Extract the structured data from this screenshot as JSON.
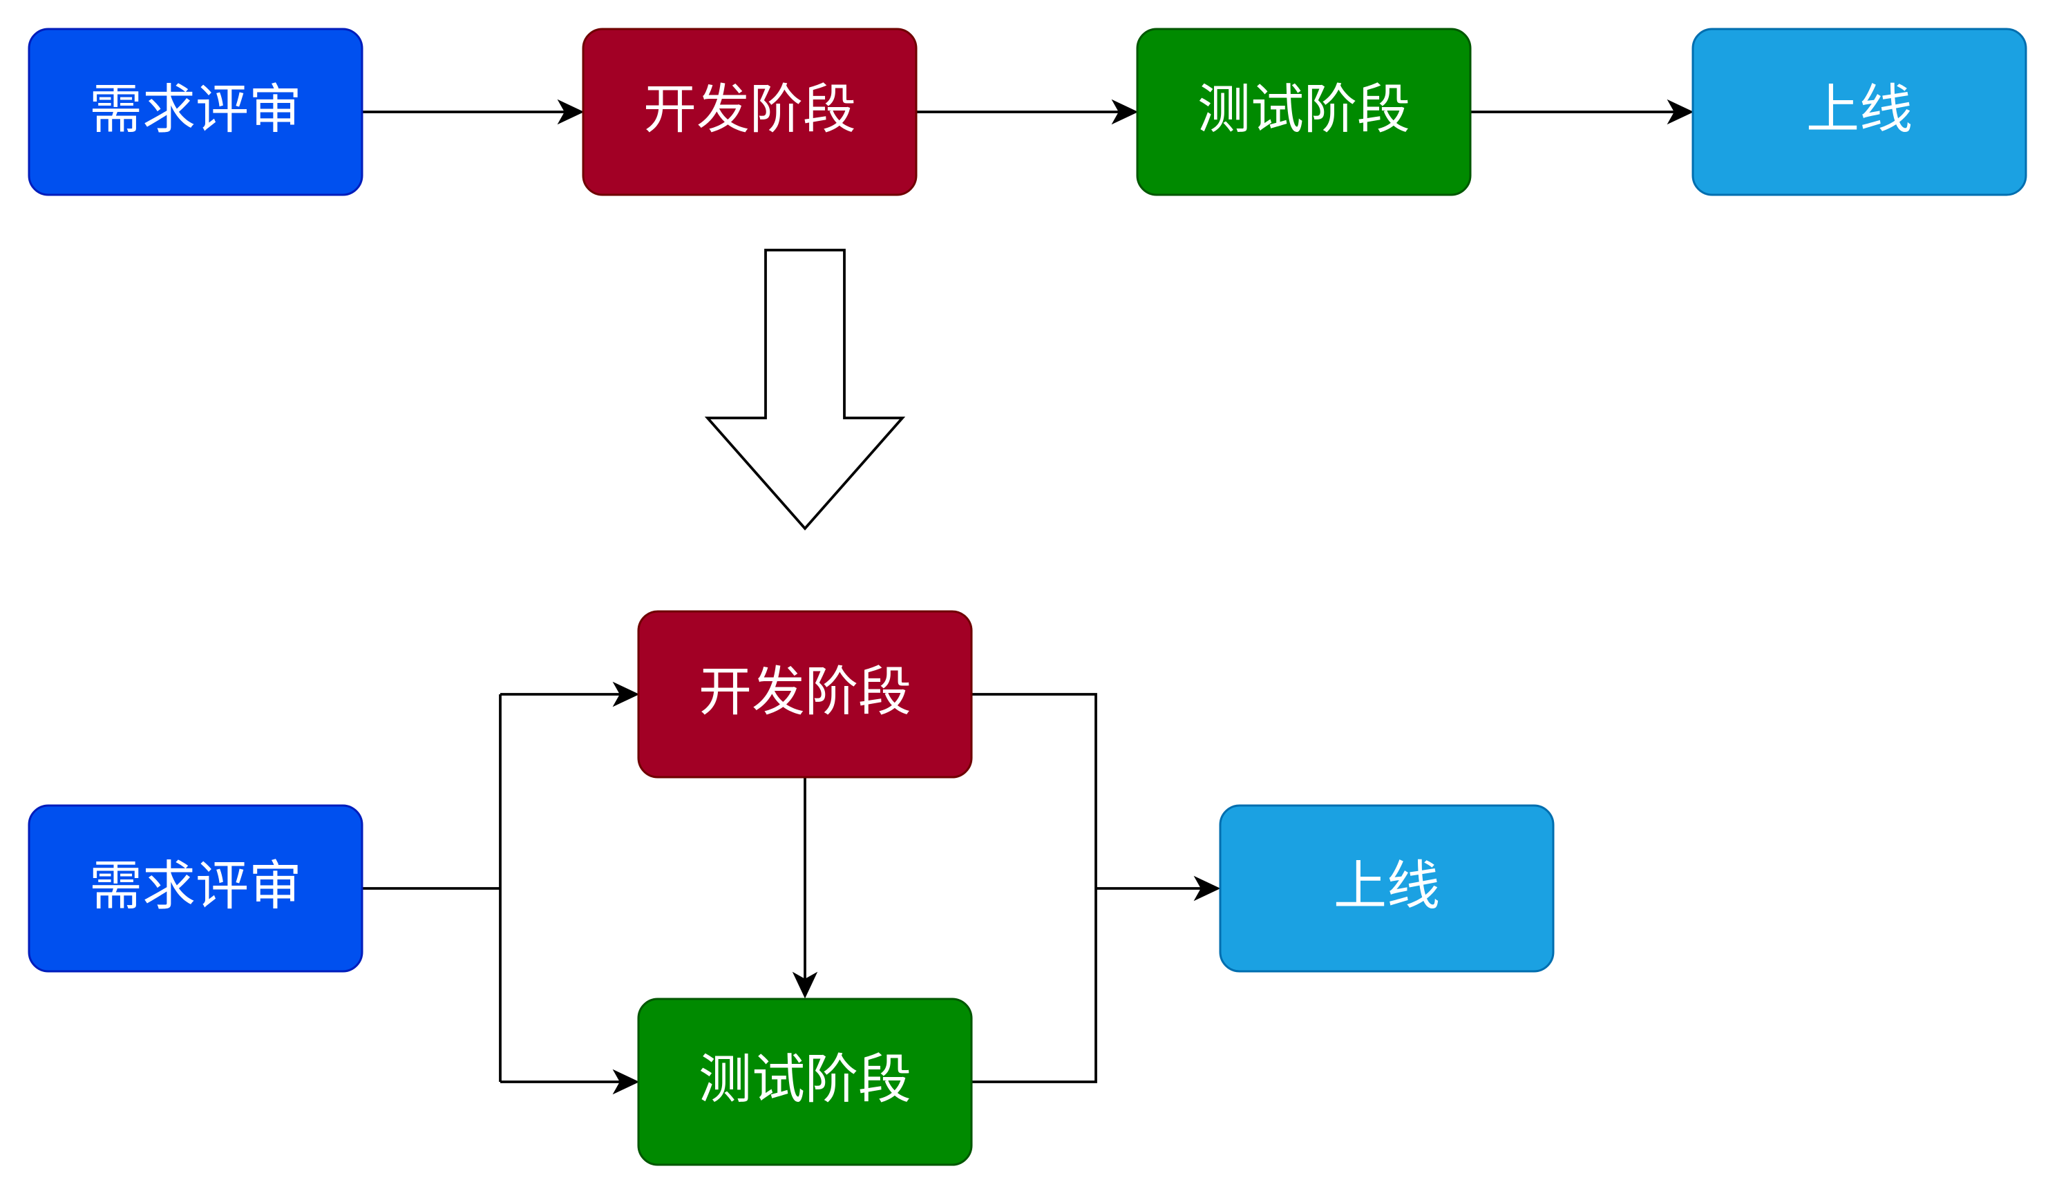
{
  "colors": {
    "review": {
      "fill": "#0050ef",
      "stroke": "#001dbc"
    },
    "dev": {
      "fill": "#a20025",
      "stroke": "#6f0000"
    },
    "test": {
      "fill": "#008a00",
      "stroke": "#005700"
    },
    "release": {
      "fill": "#1ba1e2",
      "stroke": "#006eaf"
    }
  },
  "serial_flow": {
    "review": {
      "label": "需求评审"
    },
    "dev": {
      "label": "开发阶段"
    },
    "test": {
      "label": "测试阶段"
    },
    "release": {
      "label": "上线"
    }
  },
  "transform_arrow": {
    "icon": "block-down-arrow-icon"
  },
  "parallel_flow": {
    "review": {
      "label": "需求评审"
    },
    "dev": {
      "label": "开发阶段"
    },
    "test": {
      "label": "测试阶段"
    },
    "release": {
      "label": "上线"
    }
  }
}
